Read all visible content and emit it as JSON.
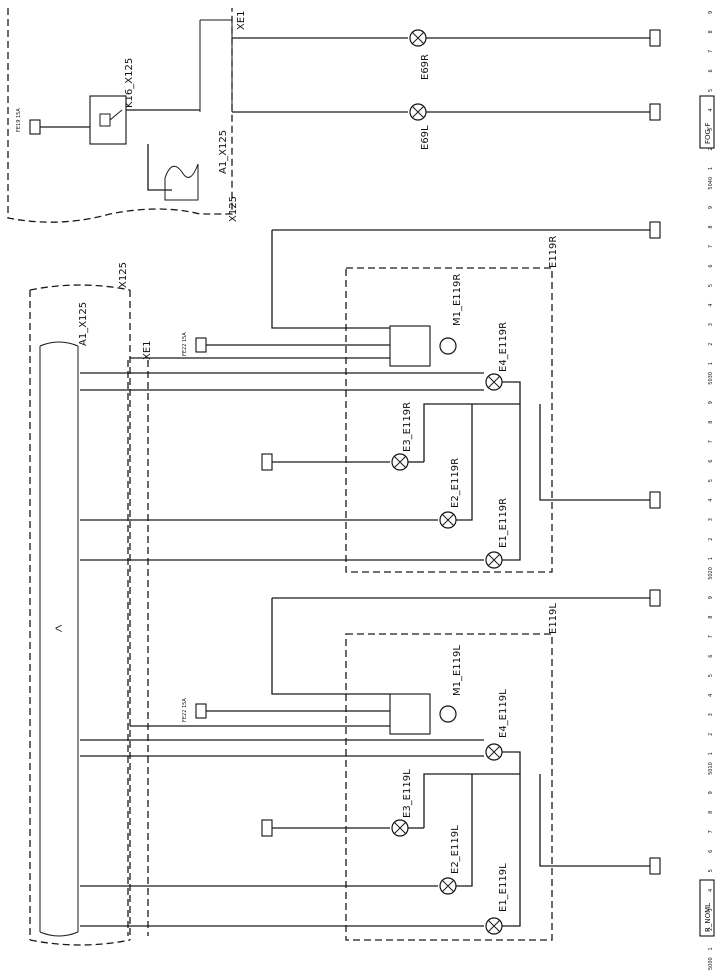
{
  "diagram": {
    "labels": {
      "xe1_top": "XE1",
      "k16": "K16_X125",
      "a1_top": "A1_X125",
      "x125_top": "X125",
      "e69r": "E69R",
      "e69l": "E69L",
      "fuse19": "FE19\n15A",
      "x125_main": "X125",
      "a1_main": "A1_X125",
      "xe1_main": "XE1",
      "e119r": "E119R",
      "e119l": "E119L",
      "m1_r": "M1_E119R",
      "m1_l": "M1_E119L",
      "e4_r": "E4_E119R",
      "e3_r": "E3_E119R",
      "e2_r": "E2_E119R",
      "e1_r": "E1_E119R",
      "e4_l": "E4_E119L",
      "e3_l": "E3_E119L",
      "e2_l": "E2_E119L",
      "e1_l": "E1_E119L",
      "fuse22_r": "FE22\n15A",
      "fuse22_l": "FE22\n15A",
      "tag_fog": "FOG-F",
      "tag_rl": "R_NOML"
    },
    "ruler": [
      "5000",
      "1",
      "2",
      "3",
      "4",
      "5",
      "6",
      "7",
      "8",
      "9",
      "5010",
      "1",
      "2",
      "3",
      "4",
      "5",
      "6",
      "7",
      "8",
      "9",
      "5020",
      "1",
      "2",
      "3",
      "4",
      "5",
      "6",
      "7",
      "8",
      "9",
      "5030",
      "1",
      "2",
      "3",
      "4",
      "5",
      "6",
      "7",
      "8",
      "9",
      "5040",
      "1",
      "2",
      "3",
      "4",
      "5",
      "6",
      "7",
      "8",
      "9"
    ]
  }
}
